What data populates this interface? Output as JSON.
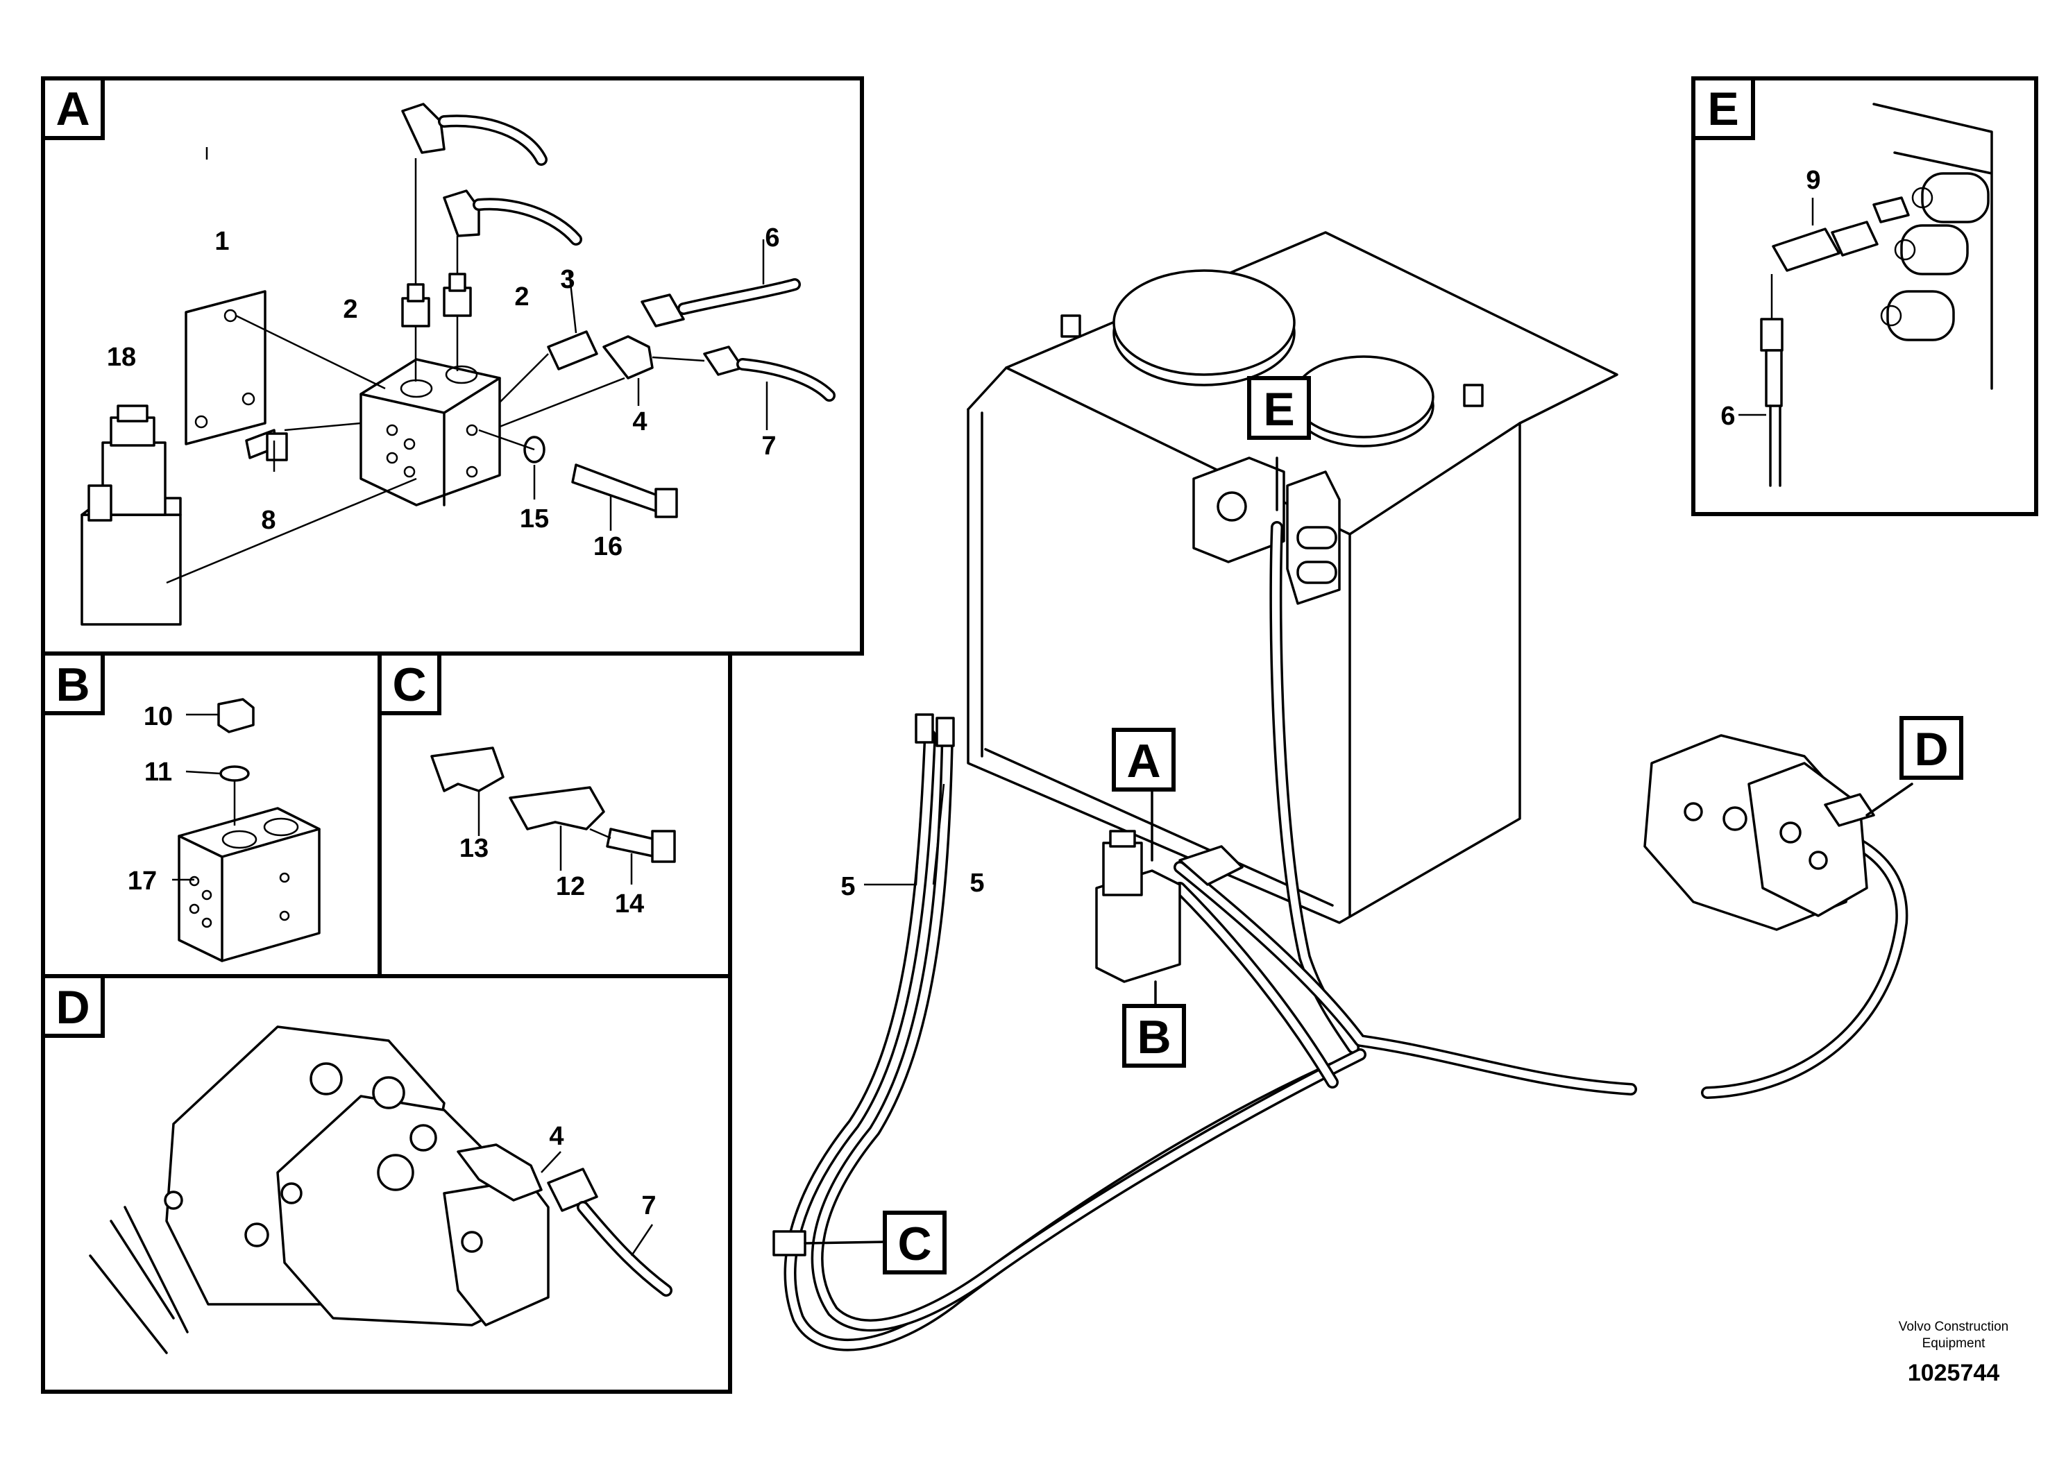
{
  "panels": {
    "A": {
      "tag": "A",
      "callouts": [
        "1",
        "2",
        "2",
        "3",
        "4",
        "6",
        "7",
        "8",
        "15",
        "16",
        "18"
      ]
    },
    "B": {
      "tag": "B",
      "callouts": [
        "10",
        "11",
        "17"
      ]
    },
    "C": {
      "tag": "C",
      "callouts": [
        "12",
        "13",
        "14"
      ]
    },
    "D": {
      "tag": "D",
      "callouts": [
        "4",
        "7"
      ]
    },
    "E": {
      "tag": "E",
      "callouts": [
        "9",
        "6"
      ]
    }
  },
  "main_view": {
    "tags": [
      "A",
      "B",
      "C",
      "D",
      "E"
    ],
    "callouts": [
      "5",
      "5"
    ]
  },
  "footer": {
    "brand_line1": "Volvo Construction",
    "brand_line2": "Equipment",
    "drawing_number": "1025744"
  },
  "colors": {
    "ink": "#000000",
    "paper": "#ffffff"
  }
}
